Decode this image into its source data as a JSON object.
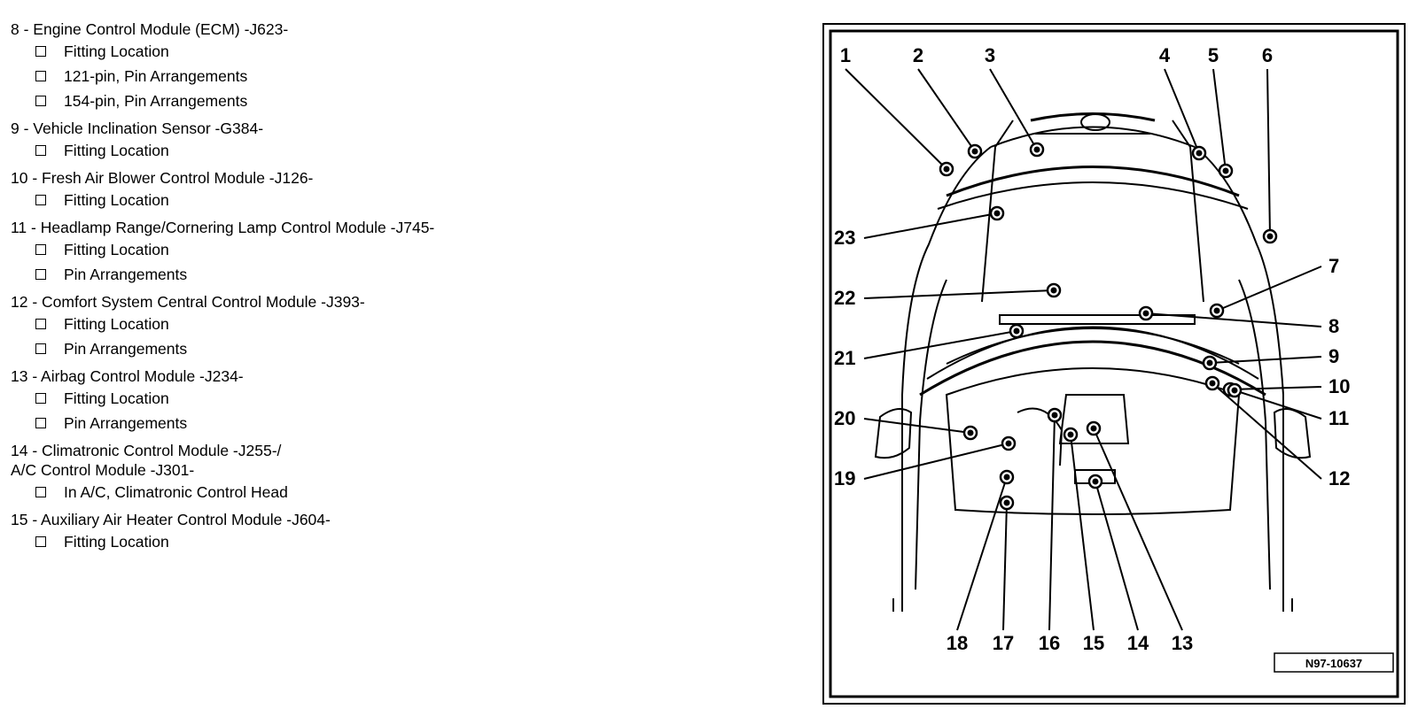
{
  "entries": [
    {
      "title": "8 - Engine Control Module (ECM) -J623-",
      "subs": [
        "Fitting Location",
        "121-pin, Pin Arrangements",
        "154-pin, Pin Arrangements"
      ]
    },
    {
      "title": "9 - Vehicle Inclination Sensor -G384-",
      "subs": [
        "Fitting Location"
      ]
    },
    {
      "title": "10 - Fresh Air Blower Control Module -J126-",
      "subs": [
        "Fitting Location"
      ]
    },
    {
      "title": "11 - Headlamp Range/Cornering Lamp Control Module -J745-",
      "subs": [
        "Fitting Location",
        "Pin Arrangements"
      ]
    },
    {
      "title": "12 - Comfort System Central Control Module -J393-",
      "subs": [
        "Fitting Location",
        "Pin Arrangements"
      ]
    },
    {
      "title": "13 - Airbag Control Module -J234-",
      "subs": [
        "Fitting Location",
        "Pin Arrangements"
      ]
    },
    {
      "title": "14 - Climatronic Control Module -J255-/\nA/C Control Module -J301-",
      "subs": [
        "In A/C, Climatronic Control Head"
      ]
    },
    {
      "title": "15 - Auxiliary Air Heater Control Module -J604-",
      "subs": [
        "Fitting Location"
      ]
    }
  ],
  "diagram": {
    "callouts": {
      "top": [
        "1",
        "2",
        "3",
        "4",
        "5",
        "6"
      ],
      "right": [
        "7",
        "8",
        "9",
        "10",
        "11",
        "12"
      ],
      "bottom": [
        "18",
        "17",
        "16",
        "15",
        "14",
        "13"
      ],
      "left": [
        "23",
        "22",
        "21",
        "20",
        "19"
      ]
    },
    "figure_id": "N97-10637"
  }
}
